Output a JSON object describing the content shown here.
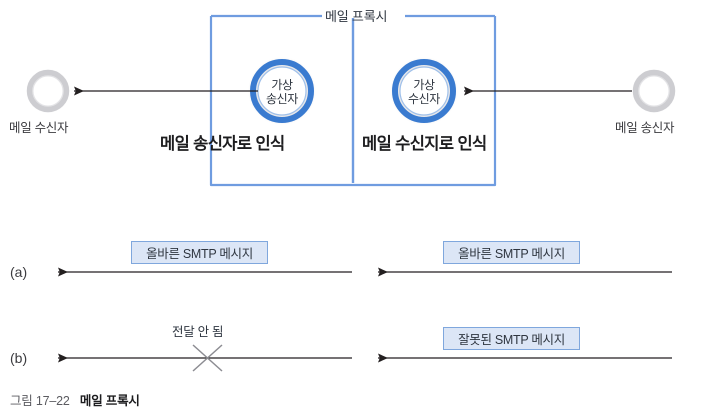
{
  "figure": {
    "proxy_box": {
      "title": "메일 프록시",
      "left_panel": {
        "node_line1": "가상",
        "node_line2": "송신자",
        "recognition_label": "메일 송신자로 인식"
      },
      "right_panel": {
        "node_line1": "가상",
        "node_line2": "수신자",
        "recognition_label": "메일 수신지로 인식"
      }
    },
    "endpoints": {
      "left": "메일 수신자",
      "right": "메일 송신자"
    },
    "rows": [
      {
        "id": "(a)",
        "left_message": "올바른 SMTP 메시지",
        "left_message_boxed": true,
        "right_message": "올바른 SMTP 메시지",
        "right_message_boxed": true,
        "blocked": false
      },
      {
        "id": "(b)",
        "left_message": "전달 안 됨",
        "left_message_boxed": false,
        "right_message": "잘못된 SMTP 메시지",
        "right_message_boxed": true,
        "blocked": true
      }
    ],
    "caption": {
      "number": "그림 17–22",
      "title": "메일 프록시"
    },
    "colors": {
      "proxy_border": "#6f9ce0",
      "ring_blue": "#3a7bd0",
      "ring_gray": "#c9c9cc",
      "message_fill": "#dce6f6",
      "message_border": "#7fa7dd",
      "arrow": "#231f20",
      "cross": "#8c8c92"
    }
  }
}
